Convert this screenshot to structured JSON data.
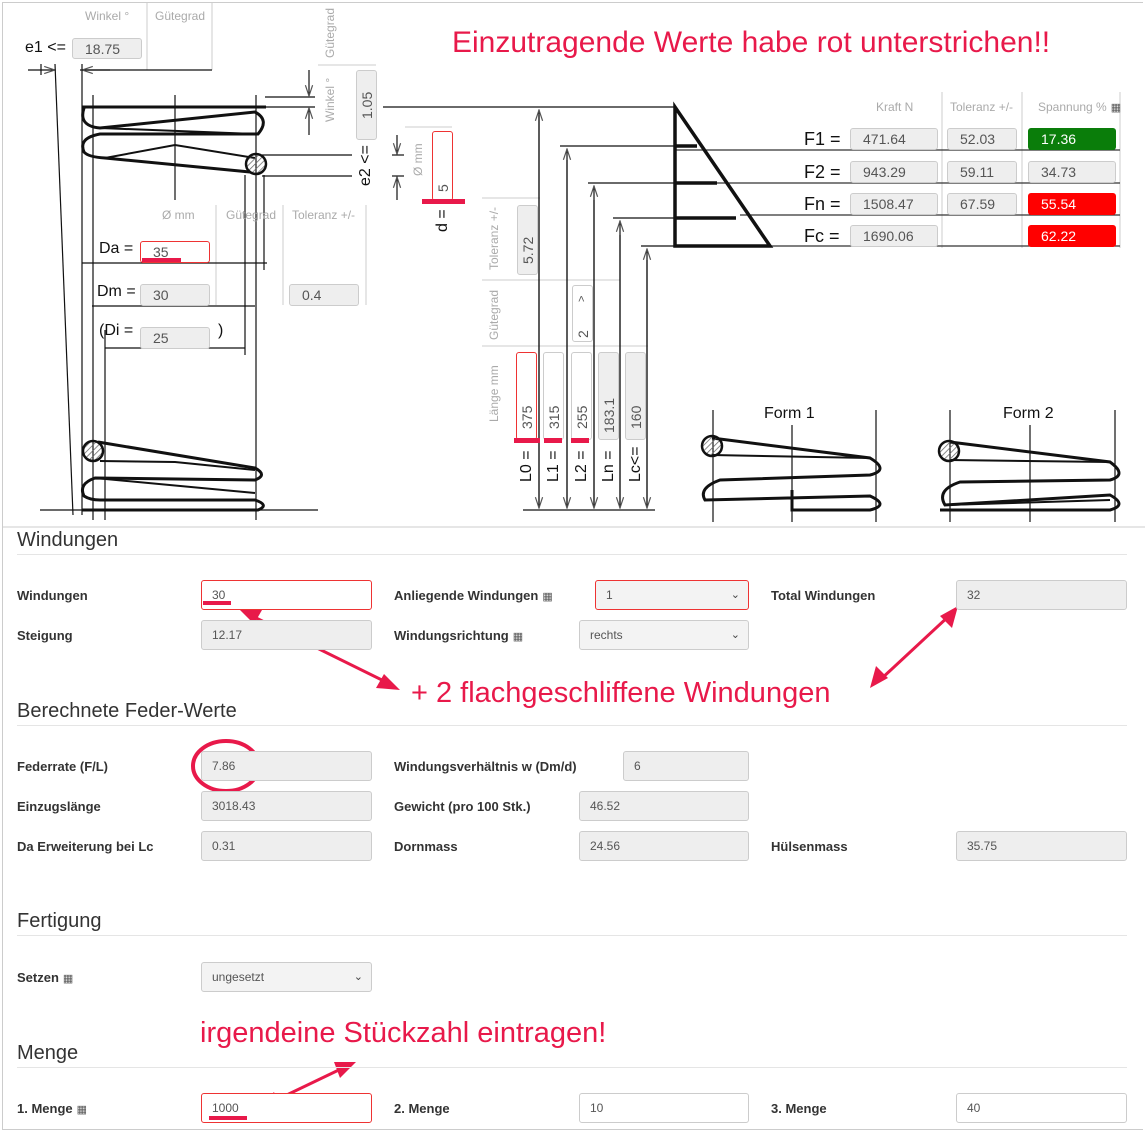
{
  "annotations": {
    "title": "Einzutragende Werte habe rot unterstrichen!!",
    "windungen": "+ 2 flachgeschliffene Windungen",
    "menge": "irgendeine Stückzahl eintragen!"
  },
  "diagram": {
    "top_headers": {
      "winkel": "Winkel °",
      "guetegrad": "Gütegrad"
    },
    "e1": {
      "label": "e1 <=",
      "value": "18.75"
    },
    "e2": {
      "label": "e2 <=",
      "guetegrad": "Gütegrad",
      "winkel": "Winkel °",
      "value": "1.05"
    },
    "d": {
      "label": "d =",
      "unit": "Ø mm",
      "value": "5"
    },
    "dia_headers": {
      "diameter": "Ø mm",
      "guetegrad": "Gütegrad",
      "toleranz": "Toleranz +/-"
    },
    "da": {
      "label": "Da =",
      "value": "35"
    },
    "dm": {
      "label": "Dm =",
      "value": "30",
      "toleranz": "0.4"
    },
    "di": {
      "label": "(Di =",
      "value": "25",
      "close": ")"
    },
    "length": {
      "toleranz_label": "Toleranz +/-",
      "toleranz": "5.72",
      "guetegrad_label": "Gütegrad",
      "guetegrad": "2",
      "guetegrad_chevron": ">",
      "laenge_label": "Länge mm",
      "items": [
        {
          "label": "L0 =",
          "value": "375"
        },
        {
          "label": "L1 =",
          "value": "315"
        },
        {
          "label": "L2 =",
          "value": "255"
        },
        {
          "label": "Ln =",
          "value": "183.1"
        },
        {
          "label": "Lc<=",
          "value": "160"
        }
      ]
    },
    "force": {
      "headers": {
        "kraft": "Kraft N",
        "toleranz": "Toleranz +/-",
        "spannung": "Spannung %"
      },
      "rows": [
        {
          "label": "F1 =",
          "kraft": "471.64",
          "toleranz": "52.03",
          "spannung": "17.36",
          "status": "green"
        },
        {
          "label": "F2 =",
          "kraft": "943.29",
          "toleranz": "59.11",
          "spannung": "34.73",
          "status": "normal"
        },
        {
          "label": "Fn =",
          "kraft": "1508.47",
          "toleranz": "67.59",
          "spannung": "55.54",
          "status": "red"
        },
        {
          "label": "Fc =",
          "kraft": "1690.06",
          "toleranz": "",
          "spannung": "62.22",
          "status": "red"
        }
      ]
    },
    "forms": {
      "form1": "Form 1",
      "form2": "Form 2"
    },
    "colors": {
      "accent": "#e8194a",
      "ok": "#0a7d0a",
      "bad": "#ff0000"
    }
  },
  "windungen": {
    "title": "Windungen",
    "windungen": {
      "label": "Windungen",
      "value": "30"
    },
    "anliegende": {
      "label": "Anliegende Windungen",
      "value": "1"
    },
    "total": {
      "label": "Total Windungen",
      "value": "32"
    },
    "steigung": {
      "label": "Steigung",
      "value": "12.17"
    },
    "richtung": {
      "label": "Windungsrichtung",
      "value": "rechts"
    }
  },
  "berechnet": {
    "title": "Berechnete Feder-Werte",
    "federrate": {
      "label": "Federrate (F/L)",
      "value": "7.86"
    },
    "verhaeltnis": {
      "label": "Windungsverhältnis w (Dm/d)",
      "value": "6"
    },
    "einzug": {
      "label": "Einzugslänge",
      "value": "3018.43"
    },
    "gewicht": {
      "label": "Gewicht (pro 100 Stk.)",
      "value": "46.52"
    },
    "da_erw": {
      "label": "Da Erweiterung bei Lc",
      "value": "0.31"
    },
    "dorn": {
      "label": "Dornmass",
      "value": "24.56"
    },
    "huelse": {
      "label": "Hülsenmass",
      "value": "35.75"
    }
  },
  "fertigung": {
    "title": "Fertigung",
    "setzen": {
      "label": "Setzen",
      "value": "ungesetzt"
    }
  },
  "menge": {
    "title": "Menge",
    "m1": {
      "label": "1. Menge",
      "value": "1000"
    },
    "m2": {
      "label": "2. Menge",
      "value": "10"
    },
    "m3": {
      "label": "3. Menge",
      "value": "40"
    }
  }
}
